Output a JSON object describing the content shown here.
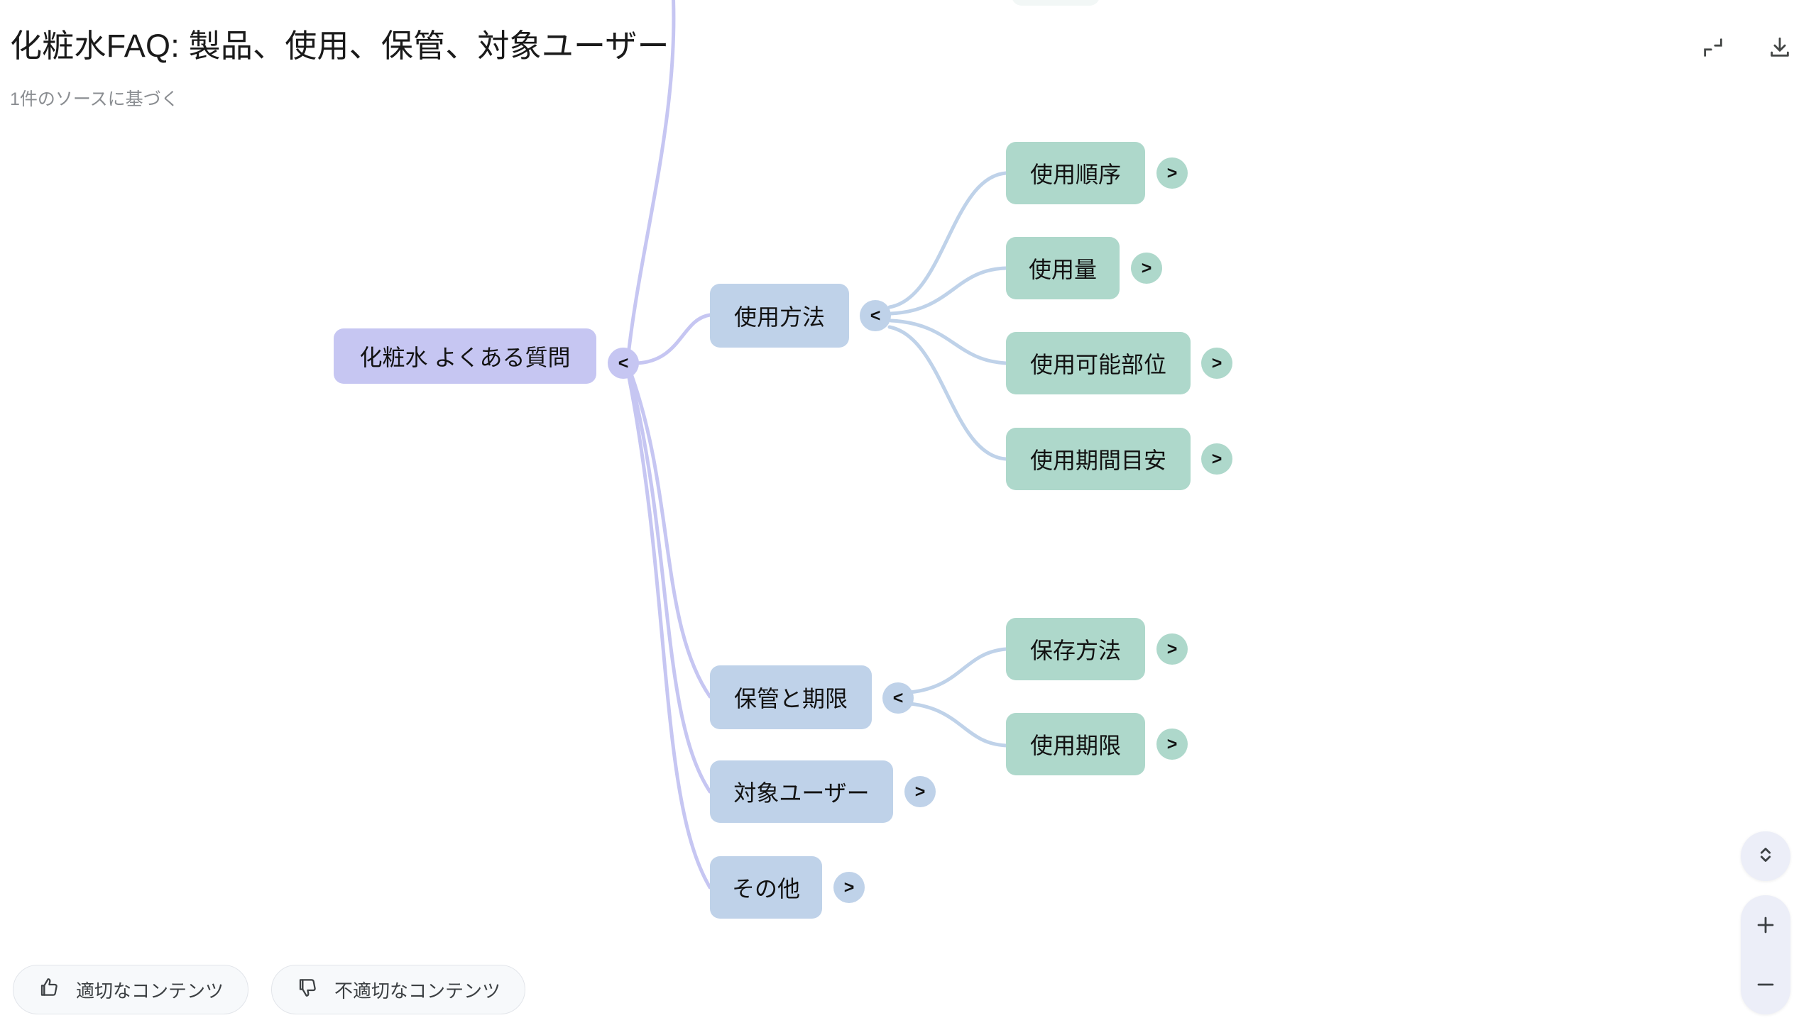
{
  "header": {
    "title": "化粧水FAQ: 製品、使用、保管、対象ユーザー",
    "subtitle": "1件のソースに基づく",
    "collapse_icon": "collapse-icon",
    "download_icon": "download-icon"
  },
  "mindmap": {
    "root": {
      "label": "化粧水 よくある質問",
      "toggle": "<",
      "color": "#c6c6f2"
    },
    "branches": [
      {
        "label": "使用方法",
        "toggle": "<",
        "color": "#bfd2e9",
        "children": [
          {
            "label": "使用順序",
            "toggle": ">",
            "color": "#aed8cb"
          },
          {
            "label": "使用量",
            "toggle": ">",
            "color": "#aed8cb"
          },
          {
            "label": "使用可能部位",
            "toggle": ">",
            "color": "#aed8cb"
          },
          {
            "label": "使用期間目安",
            "toggle": ">",
            "color": "#aed8cb"
          }
        ]
      },
      {
        "label": "保管と期限",
        "toggle": "<",
        "color": "#bfd2e9",
        "children": [
          {
            "label": "保存方法",
            "toggle": ">",
            "color": "#aed8cb"
          },
          {
            "label": "使用期限",
            "toggle": ">",
            "color": "#aed8cb"
          }
        ]
      },
      {
        "label": "対象ユーザー",
        "toggle": ">",
        "color": "#bfd2e9",
        "children": []
      },
      {
        "label": "その他",
        "toggle": ">",
        "color": "#bfd2e9",
        "children": []
      }
    ],
    "edge_color": "#c6c6f2",
    "edge_color_lvl2": "#bfd2e9"
  },
  "feedback": {
    "positive_label": "適切なコンテンツ",
    "positive_icon": "thumbs-up-icon",
    "negative_label": "不適切なコンテンツ",
    "negative_icon": "thumbs-down-icon"
  },
  "zoom_controls": {
    "fit_icon": "fit-to-screen-icon",
    "zoom_in_label": "+",
    "zoom_out_label": "−"
  }
}
